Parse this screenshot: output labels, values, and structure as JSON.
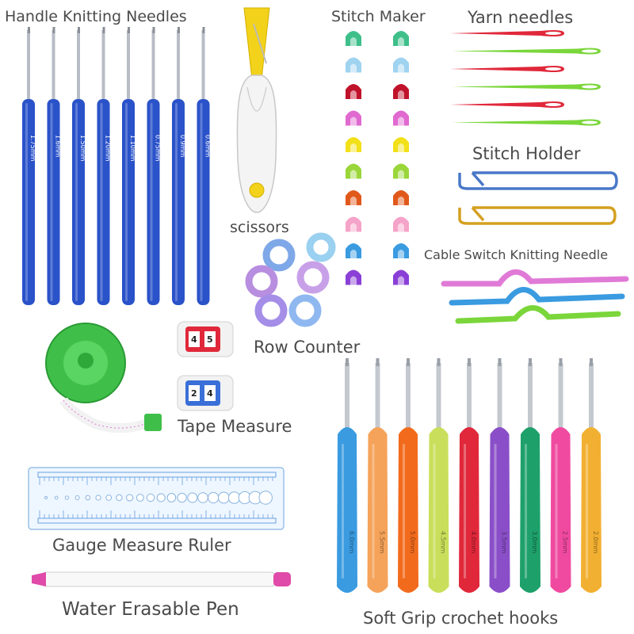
{
  "labels": {
    "handle_needles": "Handle Knitting Needles",
    "stitch_maker": "Stitch Maker",
    "yarn_needles": "Yarn needles",
    "stitch_holder": "Stitch Holder",
    "scissors": "scissors",
    "cable_needle": "Cable Switch Knitting Needle",
    "row_counter": "Row Counter",
    "tape_measure": "Tape Measure",
    "gauge_ruler": "Gauge Measure Ruler",
    "pen": "Water Erasable Pen",
    "soft_grip": "Soft Grip crochet hooks"
  },
  "handle_hook_sizes": [
    "1.75mm",
    "1.6mm",
    "1.50mm",
    "1.20mm",
    "1.10mm",
    "0.75mm",
    "0.9mm",
    "0.6mm"
  ],
  "soft_hook_sizes": [
    "6.0mm",
    "5.5mm",
    "5.0mm",
    "4.5mm",
    "4.0mm",
    "3.5mm",
    "3.0mm",
    "2.5mm",
    "2.0mm"
  ],
  "row_counter_digits": [
    "4",
    "5",
    "2",
    "4"
  ],
  "colors": {
    "hook_blue": "#2a52c9",
    "soft_grip": [
      "#3a9be0",
      "#f5a35a",
      "#f26b1d",
      "#c9df5b",
      "#e0283a",
      "#8a4fc8",
      "#1ea06a",
      "#f04aa0",
      "#f2b032"
    ],
    "markers": [
      "#3fbf8a",
      "#9fd3f0",
      "#c0132b",
      "#e06ad0",
      "#f2e01a",
      "#9ad63a",
      "#e0591b",
      "#f5a3c8",
      "#3a9be0",
      "#8a3fd6"
    ],
    "yarn": [
      "#e0283a",
      "#7ad63a",
      "#e0283a",
      "#7ad63a",
      "#e0283a",
      "#7ad63a"
    ],
    "tape": "#3fbf4a"
  }
}
